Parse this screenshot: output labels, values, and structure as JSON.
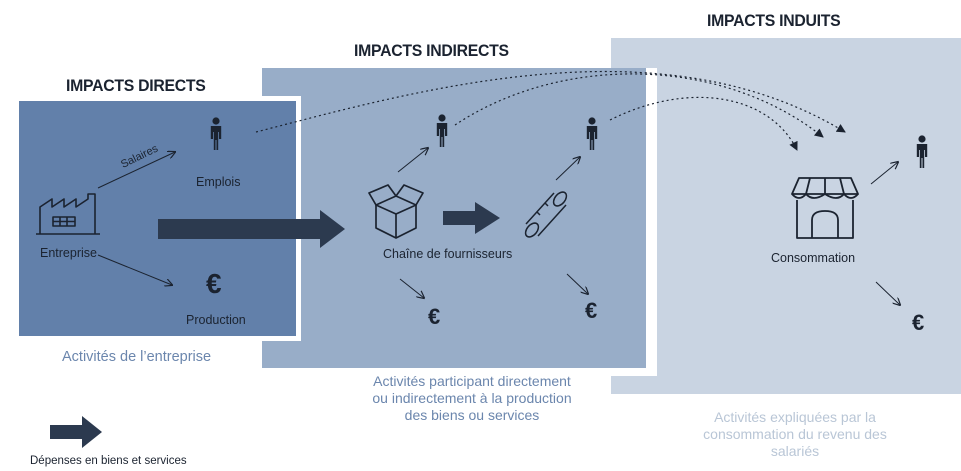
{
  "sections": {
    "direct": {
      "title": "IMPACTS DIRECTS",
      "caption": "Activités de l’entreprise",
      "labels": {
        "enterprise": "Entreprise",
        "jobs": "Emplois",
        "salaries": "Salaires",
        "production": "Production"
      }
    },
    "indirect": {
      "title": "IMPACTS INDIRECTS",
      "caption_lines": [
        "Activités participant directement",
        "ou indirectement à la production",
        "des biens ou services"
      ],
      "labels": {
        "suppliers": "Chaîne de fournisseurs"
      }
    },
    "induced": {
      "title": "IMPACTS INDUITS",
      "caption_lines": [
        "Activités expliquées par la",
        "consommation du revenu des",
        "salariés"
      ],
      "labels": {
        "consumption": "Consommation"
      }
    }
  },
  "legend": {
    "label": "Dépenses en biens et services"
  },
  "icons": {
    "euro_symbol": "€"
  },
  "colors": {
    "direct_panel": "#6280aa",
    "indirect_panel": "#98adc8",
    "induced_panel": "#c9d4e2",
    "dark_arrow": "#2c3a4f",
    "direct_caption_text": "#6b86ad",
    "indirect_caption_text": "#6b86ad",
    "induced_caption_text": "#b9c6d6"
  }
}
